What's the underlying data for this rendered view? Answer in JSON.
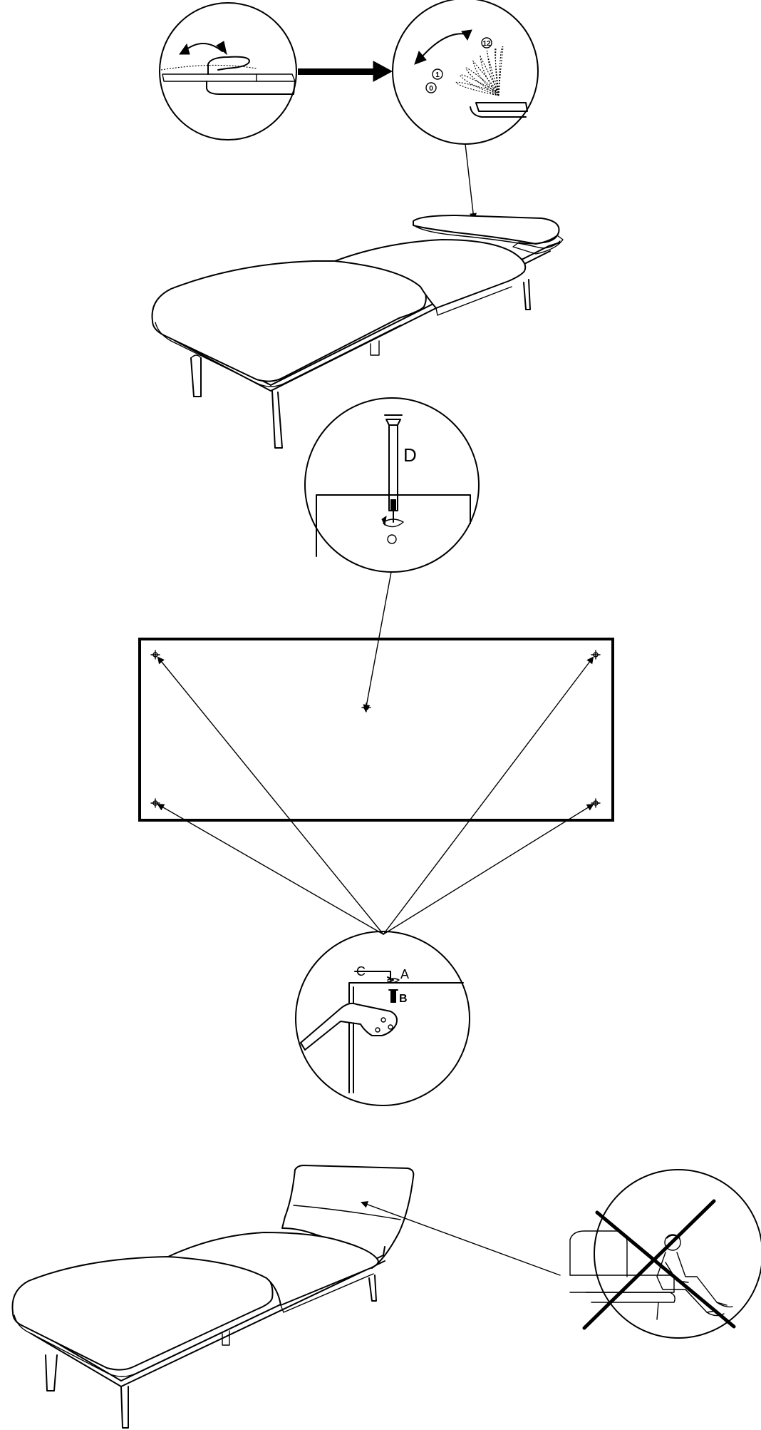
{
  "callouts": {
    "position_start": "0",
    "position_first": "1",
    "position_last": "12"
  },
  "parts": {
    "d": "D",
    "c": "C",
    "a": "A",
    "b": "B"
  }
}
